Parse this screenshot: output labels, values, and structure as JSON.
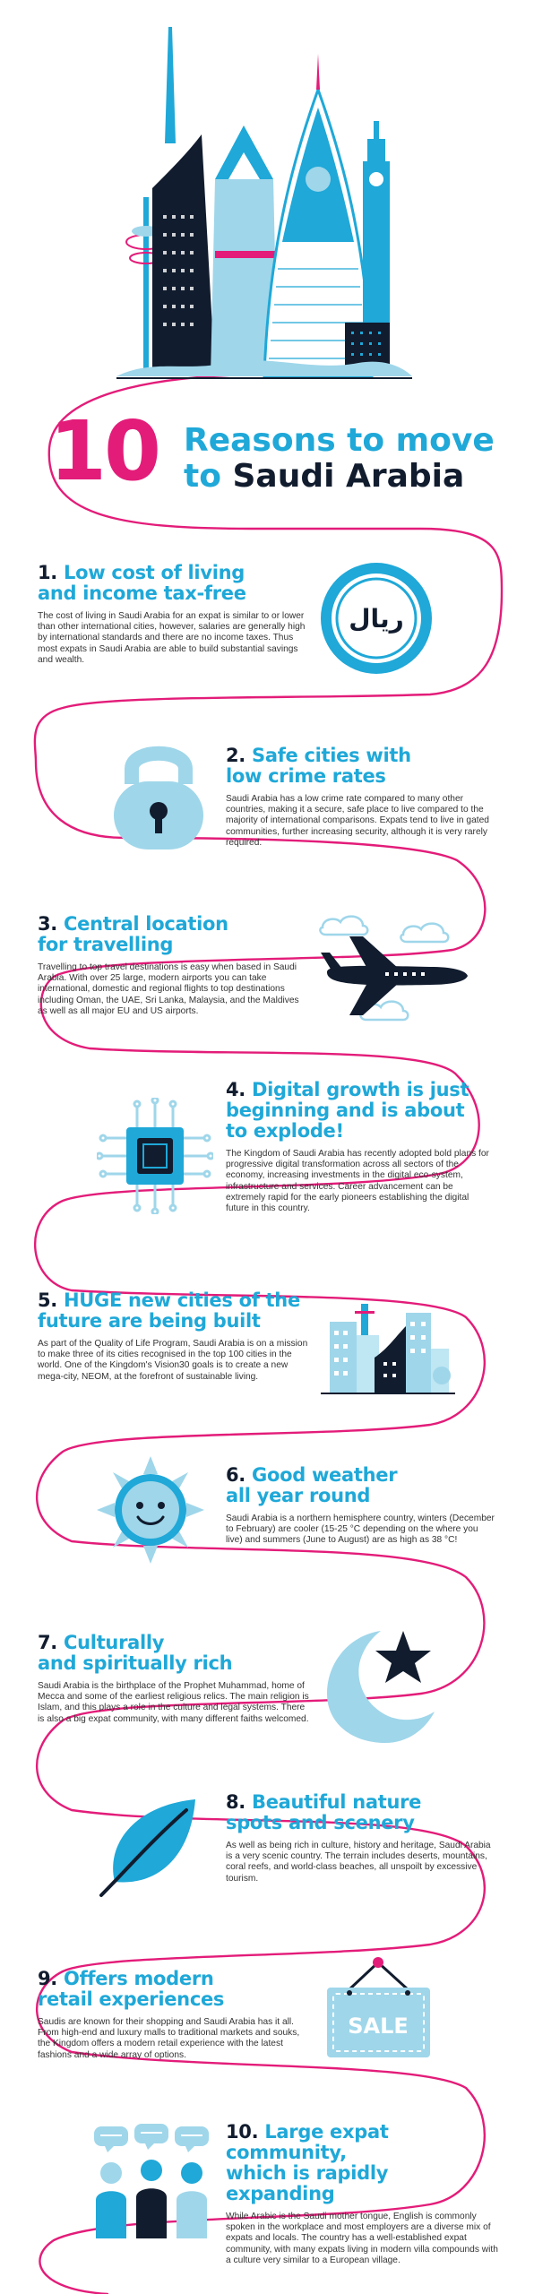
{
  "title": {
    "number": "10",
    "line1": "Reasons to move",
    "line2_prefix": "to",
    "line2_name": "Saudi Arabia"
  },
  "colors": {
    "pink": "#e31c79",
    "blue": "#1fa8d8",
    "navy": "#111c2e",
    "light_blue": "#9fd6ea"
  },
  "icons": {
    "hero": "saudi-skyline-icon",
    "reason1": "riyal-coin-icon",
    "reason2": "padlock-icon",
    "reason3": "airplane-icon",
    "reason4": "microchip-icon",
    "reason5": "city-buildings-icon",
    "reason6": "sun-icon",
    "reason7": "crescent-star-icon",
    "reason8": "leaf-icon",
    "reason9": "sale-sign-icon",
    "reason10": "community-people-icon"
  },
  "coin_text": "ريال",
  "sale_text": "SALE",
  "reasons": [
    {
      "num": "1.",
      "title_line1": "Low cost of living",
      "title_line2": "and income tax-free",
      "body": "The cost of living in Saudi Arabia for an expat is similar to or lower than other international cities, however, salaries are generally high by international standards and there are no income taxes. Thus most expats in Saudi Arabia are able to build substantial savings and wealth."
    },
    {
      "num": "2.",
      "title_line1": "Safe cities with",
      "title_line2": "low crime rates",
      "body": "Saudi Arabia has a low crime rate compared to many other countries, making it a secure, safe place to live compared to the majority of international comparisons. Expats tend to live in gated communities, further increasing security, although it is very rarely required."
    },
    {
      "num": "3.",
      "title_line1": "Central location",
      "title_line2": "for travelling",
      "body": "Travelling to top travel destinations is easy when based in Saudi Arabia. With over 25 large, modern airports you can take international, domestic and regional flights to top destinations including Oman, the UAE, Sri Lanka, Malaysia, and the Maldives as well as all major EU and US airports."
    },
    {
      "num": "4.",
      "title_line1": "Digital growth is just",
      "title_line2": "beginning and is about",
      "title_line3": "to explode!",
      "body": "The Kingdom of Saudi Arabia has recently adopted bold plans for progressive digital transformation across all sectors of the economy, increasing investments in the digital eco-system, infrastructure and services. Career advancement can be extremely rapid for the early pioneers establishing the digital future in this country."
    },
    {
      "num": "5.",
      "title_line1": "HUGE new cities of the",
      "title_line2": "future are being built",
      "body": "As part of the Quality of Life Program, Saudi Arabia is on a mission to make three of its cities recognised in the top 100 cities in the world. One of the Kingdom's Vision30 goals is to create a new mega-city, NEOM, at the forefront of sustainable living."
    },
    {
      "num": "6.",
      "title_line1": "Good weather",
      "title_line2": "all year round",
      "body": "Saudi Arabia is a northern hemisphere country, winters (December to February) are cooler (15-25 °C depending on the where you live) and summers (June to August) are as high as 38 °C!"
    },
    {
      "num": "7.",
      "title_line1": "Culturally",
      "title_line2": "and spiritually rich",
      "body": "Saudi Arabia is the birthplace of the Prophet Muhammad, home of Mecca and some of the earliest religious relics. The main religion is Islam, and this plays a role in the culture and legal systems. There is also a big expat community, with many different faiths welcomed."
    },
    {
      "num": "8.",
      "title_line1": "Beautiful nature",
      "title_line2": "spots and scenery",
      "body": "As well as being rich in culture, history and heritage, Saudi Arabia is a very scenic country. The terrain includes deserts, mountains, coral reefs, and world-class beaches, all unspoilt by excessive tourism."
    },
    {
      "num": "9.",
      "title_line1": "Offers modern",
      "title_line2": "retail experiences",
      "body": "Saudis are known for their shopping and Saudi Arabia has it all. From high-end and luxury malls to traditional markets and souks, the Kingdom offers a modern retail experience with the latest fashions and a wide array of options."
    },
    {
      "num": "10.",
      "title_line1": "Large expat community,",
      "title_line2": "which is rapidly expanding",
      "body": "While Arabic is the Saudi mother tongue, English is commonly spoken in the workplace and most employers are a diverse mix of expats and locals. The country has a well-established expat community, with many expats living in modern villa compounds with a culture very similar to a European village."
    }
  ]
}
